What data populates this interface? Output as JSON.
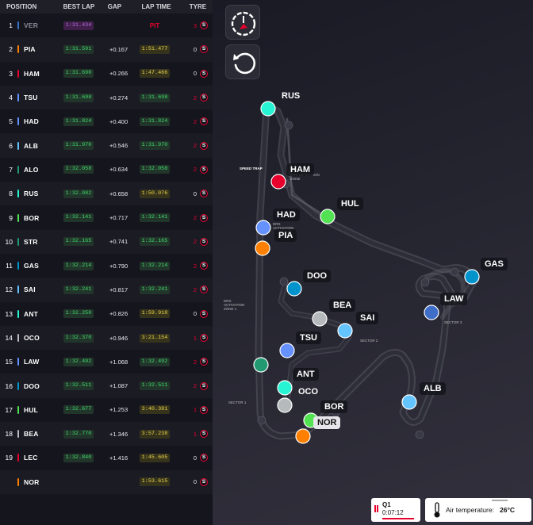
{
  "table": {
    "headers": {
      "position": "POSITION",
      "best_lap": "BEST LAP",
      "gap": "GAP",
      "lap_time": "LAP TIME",
      "tyre": "TYRE"
    },
    "rows": [
      {
        "pos": "1",
        "driver": "VER",
        "team_color": "#3671c6",
        "best_lap": "1:31.434",
        "best_style": "purple",
        "gap": "",
        "lap_time": "PIT",
        "lap_style": "pit",
        "tyre_count": "3",
        "tyre": "S",
        "dim": true
      },
      {
        "pos": "2",
        "driver": "PIA",
        "team_color": "#ff8000",
        "best_lap": "1:31.591",
        "best_style": "green",
        "gap": "+0.167",
        "lap_time": "1:51.477",
        "lap_style": "yellow",
        "tyre_count": "0",
        "tyre": "S"
      },
      {
        "pos": "3",
        "driver": "HAM",
        "team_color": "#e8002d",
        "best_lap": "1:31.690",
        "best_style": "green",
        "gap": "+0.266",
        "lap_time": "1:47.466",
        "lap_style": "yellow",
        "tyre_count": "0",
        "tyre": "S"
      },
      {
        "pos": "4",
        "driver": "TSU",
        "team_color": "#6692ff",
        "best_lap": "1:31.698",
        "best_style": "green",
        "gap": "+0.274",
        "lap_time": "1:31.698",
        "lap_style": "green",
        "tyre_count": "2",
        "tyre": "S"
      },
      {
        "pos": "5",
        "driver": "HAD",
        "team_color": "#6692ff",
        "best_lap": "1:31.824",
        "best_style": "green",
        "gap": "+0.400",
        "lap_time": "1:31.824",
        "lap_style": "green",
        "tyre_count": "2",
        "tyre": "S"
      },
      {
        "pos": "6",
        "driver": "ALB",
        "team_color": "#64c4ff",
        "best_lap": "1:31.970",
        "best_style": "green",
        "gap": "+0.546",
        "lap_time": "1:31.970",
        "lap_style": "green",
        "tyre_count": "2",
        "tyre": "S"
      },
      {
        "pos": "7",
        "driver": "ALO",
        "team_color": "#229971",
        "best_lap": "1:32.058",
        "best_style": "green",
        "gap": "+0.634",
        "lap_time": "1:32.058",
        "lap_style": "green",
        "tyre_count": "2",
        "tyre": "S"
      },
      {
        "pos": "8",
        "driver": "RUS",
        "team_color": "#27f4d2",
        "best_lap": "1:32.082",
        "best_style": "green",
        "gap": "+0.658",
        "lap_time": "1:50.076",
        "lap_style": "yellow",
        "tyre_count": "0",
        "tyre": "S"
      },
      {
        "pos": "9",
        "driver": "BOR",
        "team_color": "#52e252",
        "best_lap": "1:32.141",
        "best_style": "green",
        "gap": "+0.717",
        "lap_time": "1:32.141",
        "lap_style": "green",
        "tyre_count": "2",
        "tyre": "S"
      },
      {
        "pos": "10",
        "driver": "STR",
        "team_color": "#229971",
        "best_lap": "1:32.165",
        "best_style": "green",
        "gap": "+0.741",
        "lap_time": "1:32.165",
        "lap_style": "green",
        "tyre_count": "2",
        "tyre": "S"
      },
      {
        "pos": "11",
        "driver": "GAS",
        "team_color": "#0093cc",
        "best_lap": "1:32.214",
        "best_style": "green",
        "gap": "+0.790",
        "lap_time": "1:32.214",
        "lap_style": "green",
        "tyre_count": "2",
        "tyre": "S"
      },
      {
        "pos": "12",
        "driver": "SAI",
        "team_color": "#64c4ff",
        "best_lap": "1:32.241",
        "best_style": "green",
        "gap": "+0.817",
        "lap_time": "1:32.241",
        "lap_style": "green",
        "tyre_count": "2",
        "tyre": "S"
      },
      {
        "pos": "13",
        "driver": "ANT",
        "team_color": "#27f4d2",
        "best_lap": "1:32.250",
        "best_style": "green",
        "gap": "+0.826",
        "lap_time": "1:59.918",
        "lap_style": "yellow",
        "tyre_count": "0",
        "tyre": "S"
      },
      {
        "pos": "14",
        "driver": "OCO",
        "team_color": "#b6babd",
        "best_lap": "1:32.370",
        "best_style": "green",
        "gap": "+0.946",
        "lap_time": "3:21.154",
        "lap_style": "yellow",
        "tyre_count": "1",
        "tyre": "S"
      },
      {
        "pos": "15",
        "driver": "LAW",
        "team_color": "#6692ff",
        "best_lap": "1:32.492",
        "best_style": "green",
        "gap": "+1.068",
        "lap_time": "1:32.492",
        "lap_style": "green",
        "tyre_count": "2",
        "tyre": "S"
      },
      {
        "pos": "16",
        "driver": "DOO",
        "team_color": "#0093cc",
        "best_lap": "1:32.511",
        "best_style": "green",
        "gap": "+1.087",
        "lap_time": "1:32.511",
        "lap_style": "green",
        "tyre_count": "2",
        "tyre": "S"
      },
      {
        "pos": "17",
        "driver": "HUL",
        "team_color": "#52e252",
        "best_lap": "1:32.677",
        "best_style": "green",
        "gap": "+1.253",
        "lap_time": "3:40.381",
        "lap_style": "yellow",
        "tyre_count": "1",
        "tyre": "S"
      },
      {
        "pos": "18",
        "driver": "BEA",
        "team_color": "#b6babd",
        "best_lap": "1:32.770",
        "best_style": "green",
        "gap": "+1.346",
        "lap_time": "3:57.238",
        "lap_style": "yellow",
        "tyre_count": "1",
        "tyre": "S"
      },
      {
        "pos": "19",
        "driver": "LEC",
        "team_color": "#e8002d",
        "best_lap": "1:32.840",
        "best_style": "green",
        "gap": "+1.416",
        "lap_time": "1:45.605",
        "lap_style": "yellow",
        "tyre_count": "0",
        "tyre": "S"
      },
      {
        "pos": "",
        "driver": "NOR",
        "team_color": "#ff8000",
        "best_lap": "",
        "best_style": "empty",
        "gap": "",
        "lap_time": "1:53.615",
        "lap_style": "yellow",
        "tyre_count": "0",
        "tyre": "S"
      }
    ]
  },
  "map": {
    "driver_labels": {
      "rus": "RUS",
      "ham": "HAM",
      "hul": "HUL",
      "had": "HAD",
      "pia": "PIA",
      "gas": "GAS",
      "doo": "DOO",
      "law": "LAW",
      "bea": "BEA",
      "sai": "SAI",
      "tsu": "TSU",
      "ant": "ANT",
      "oco": "OCO",
      "alb": "ALB",
      "bor": "BOR",
      "nor": "NOR"
    },
    "annotations": {
      "speed_trap": "SPEED TRAP",
      "drs_detection": "DRS DETECTION ZONE",
      "drs_activation": "DRS ACTIVATION",
      "drs_activation_zone1": "DRS ACTIVATION ZONE 1",
      "sector1": "SECTOR 1",
      "sector2": "SECTOR 2",
      "sector3": "SECTOR 3"
    },
    "car_colors": {
      "rus": "#27f4d2",
      "ham": "#e8002d",
      "hul": "#52e252",
      "had": "#6692ff",
      "pia": "#ff8000",
      "gas": "#0093cc",
      "doo": "#0093cc",
      "law": "#3e6ec8",
      "bea": "#b6babd",
      "sai": "#64c4ff",
      "tsu": "#6692ff",
      "alo": "#229971",
      "ant": "#27f4d2",
      "oco": "#b6babd",
      "alb": "#64c4ff",
      "bor": "#52e252",
      "nor": "#ff8000"
    }
  },
  "session": {
    "name": "Q1",
    "clock": "0:07:12"
  },
  "weather": {
    "label": "Air temperature:",
    "value": "26°C"
  }
}
